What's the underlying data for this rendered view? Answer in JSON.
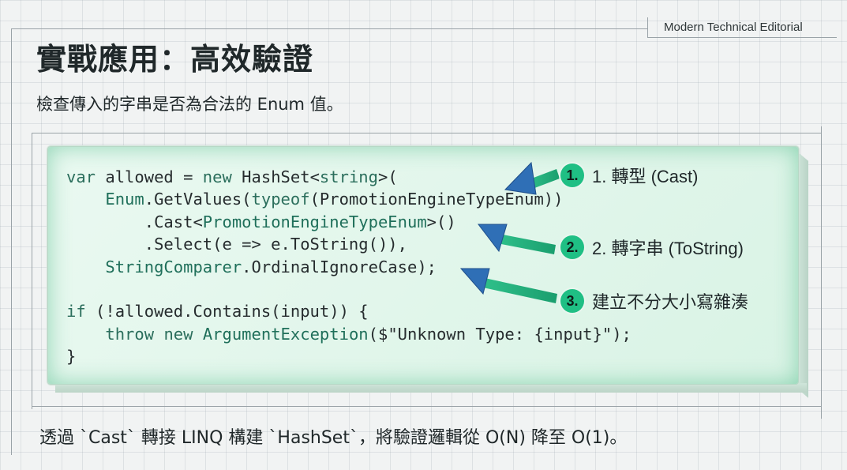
{
  "tag": "Modern Technical Editorial",
  "title": "實戰應用：高效驗證",
  "subtitle": "檢查傳入的字串是否為合法的 Enum 值。",
  "code": {
    "l1a": "var",
    "l1b": " allowed = ",
    "l1c": "new",
    "l1d": " HashSet<",
    "l1e": "string",
    "l1f": ">(",
    "l2a": "    ",
    "l2b": "Enum",
    "l2c": ".GetValues(",
    "l2d": "typeof",
    "l2e": "(PromotionEngineTypeEnum))",
    "l3a": "        .Cast<",
    "l3b": "PromotionEngineTypeEnum",
    "l3c": ">()",
    "l4": "        .Select(e => e.ToString()),",
    "l5a": "    ",
    "l5b": "StringComparer",
    "l5c": ".OrdinalIgnoreCase);",
    "l7a": "if",
    "l7b": " (!allowed.Contains(input)) {",
    "l8a": "    ",
    "l8b": "throw",
    "l8c": " ",
    "l8d": "new",
    "l8e": " ",
    "l8f": "ArgumentException",
    "l8g": "($\"Unknown Type: {input}\");",
    "l9": "}"
  },
  "callouts": [
    {
      "num": "1.",
      "label": "1. 轉型 (Cast)"
    },
    {
      "num": "2.",
      "label": "2. 轉字串 (ToString)"
    },
    {
      "num": "3.",
      "label": "建立不分大小寫雜湊"
    }
  ],
  "footer": "透過 `Cast` 轉接 LINQ 構建 `HashSet`，將驗證邏輯從 O(N) 降至 O(1)。",
  "colors": {
    "accent": "#1fbf84",
    "arrow_head": "#2f6fb6",
    "card_glow": "#28aa6e"
  }
}
